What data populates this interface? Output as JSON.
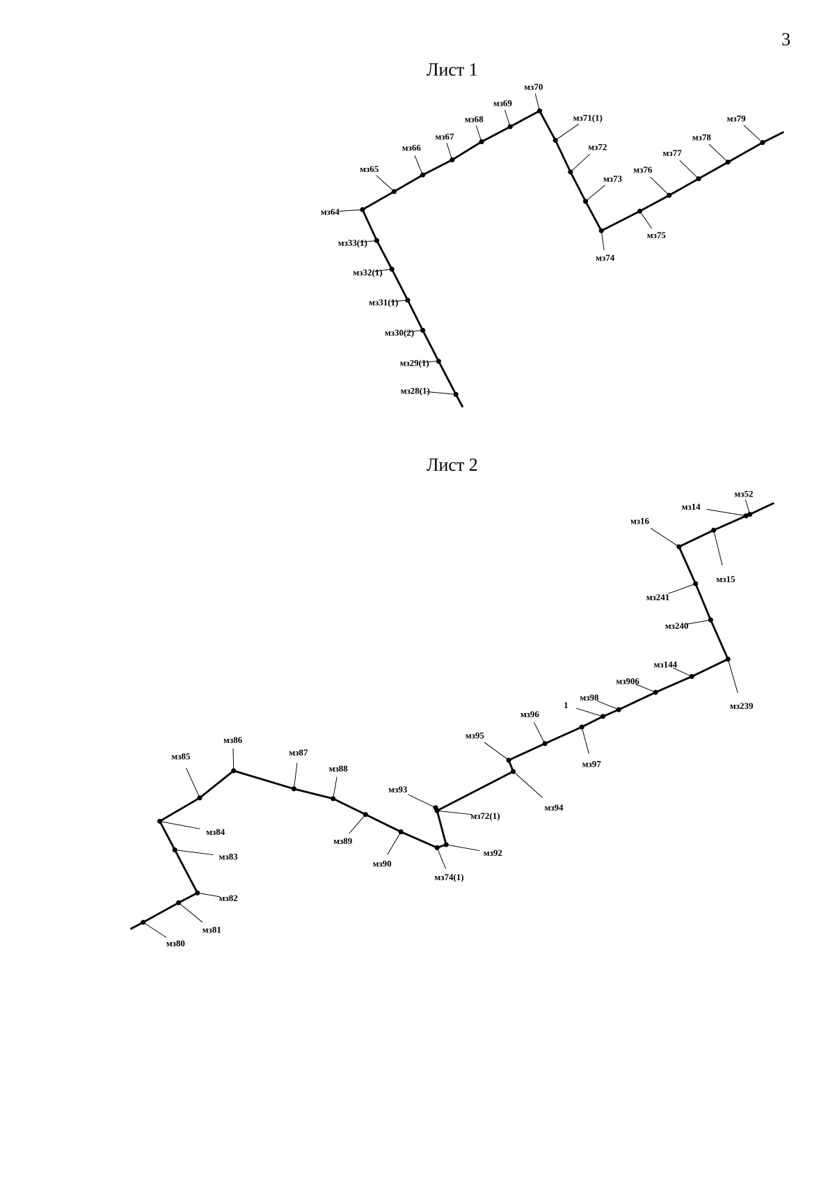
{
  "page_number": "3",
  "sheets": [
    {
      "title": "Лист 1",
      "points": [
        "мз28(1)",
        "мз29(1)",
        "мз30(2)",
        "мз31(1)",
        "мз32(1)",
        "мз33(1)",
        "мз64",
        "мз65",
        "мз66",
        "мз67",
        "мз68",
        "мз69",
        "мз70",
        "мз71(1)",
        "мз72",
        "мз73",
        "мз74",
        "мз75",
        "мз76",
        "мз77",
        "мз78",
        "мз79"
      ]
    },
    {
      "title": "Лист 2",
      "points": [
        "мз80",
        "мз81",
        "мз82",
        "мз83",
        "мз84",
        "мз85",
        "мз86",
        "мз87",
        "мз88",
        "мз89",
        "мз90",
        "мз74(1)",
        "мз92",
        "мз72(1)",
        "мз93",
        "мз95",
        "мз94",
        "мз96",
        "мз97",
        "1",
        "мз98",
        "мз906",
        "мз144",
        "мз239",
        "мз240",
        "мз241",
        "мз16",
        "мз15",
        "мз14",
        "мз52"
      ]
    }
  ]
}
